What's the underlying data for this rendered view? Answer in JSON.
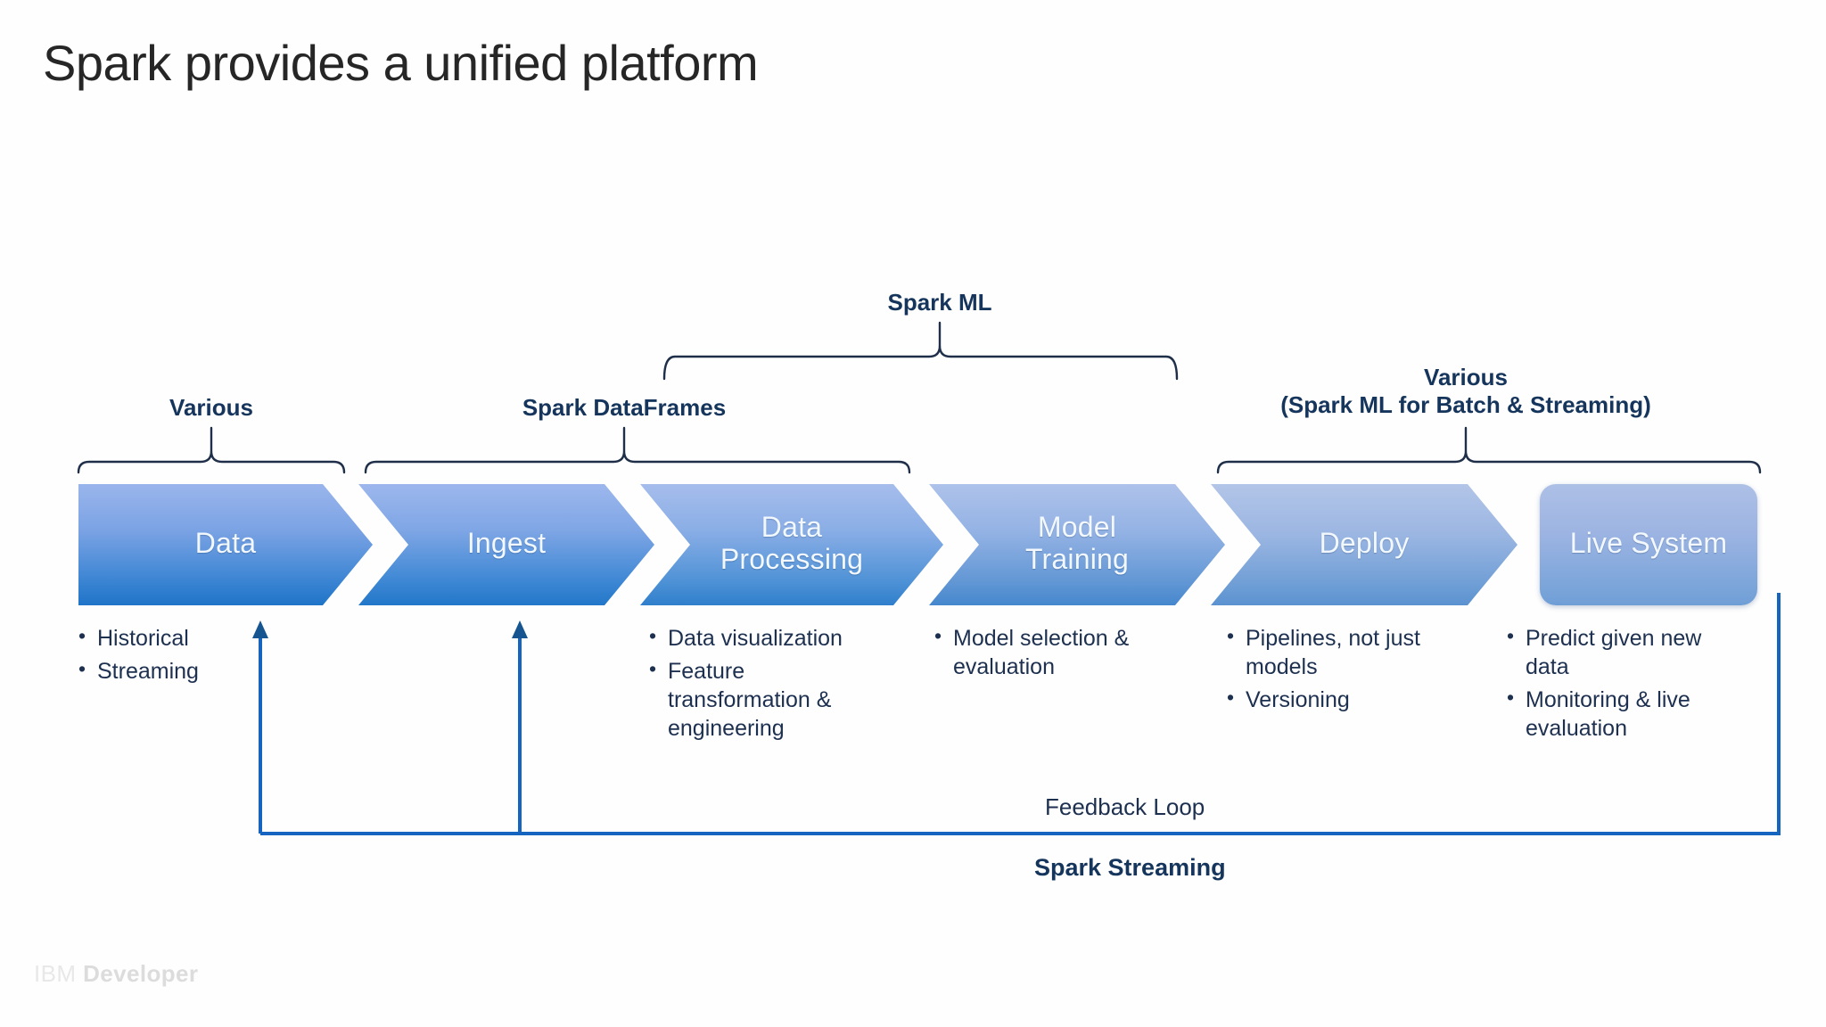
{
  "page": {
    "title": "Spark provides a unified platform",
    "background": "#fefefe"
  },
  "colors": {
    "title_text": "#262626",
    "navy_label": "#15355c",
    "body_text": "#1d3050",
    "brace_stroke": "#1f2f4a",
    "loop_line": "#1565c0",
    "chevron_dark_start": "#8aa9e8",
    "chevron_dark_end": "#1f74c8",
    "chevron_light_start": "#a9bce6",
    "chevron_light_end": "#6f9ad8",
    "chevron_text": "#f2f8fd",
    "footer_logo": "#e2e2e2"
  },
  "groups": [
    {
      "id": "various-sources",
      "label": "Various",
      "label_lines": [
        "Various"
      ]
    },
    {
      "id": "spark-dataframes",
      "label": "Spark DataFrames",
      "label_lines": [
        "Spark DataFrames"
      ]
    },
    {
      "id": "spark-ml",
      "label": "Spark ML",
      "label_lines": [
        "Spark ML"
      ]
    },
    {
      "id": "various-batch-streaming",
      "label": "Various (Spark ML for Batch & Streaming)",
      "label_lines": [
        "Various",
        "(Spark ML for Batch & Streaming)"
      ]
    }
  ],
  "flow": {
    "stages": [
      {
        "id": "data",
        "label_lines": [
          "Data"
        ],
        "shape": "chevron"
      },
      {
        "id": "ingest",
        "label_lines": [
          "Ingest"
        ],
        "shape": "chevron"
      },
      {
        "id": "data-processing",
        "label_lines": [
          "Data",
          "Processing"
        ],
        "shape": "chevron"
      },
      {
        "id": "model-training",
        "label_lines": [
          "Model",
          "Training"
        ],
        "shape": "chevron"
      },
      {
        "id": "deploy",
        "label_lines": [
          "Deploy"
        ],
        "shape": "chevron"
      },
      {
        "id": "live-system",
        "label_lines": [
          "Live System"
        ],
        "shape": "rounded-rect"
      }
    ]
  },
  "bullet_columns": [
    {
      "id": "data-bullets",
      "items": [
        "Historical",
        "Streaming"
      ]
    },
    {
      "id": "data-processing-bullets",
      "items": [
        "Data visualization",
        "Feature transformation & engineering"
      ]
    },
    {
      "id": "model-training-bullets",
      "items": [
        "Model selection & evaluation"
      ]
    },
    {
      "id": "deploy-bullets",
      "items": [
        "Pipelines, not just models",
        "Versioning"
      ]
    },
    {
      "id": "live-system-bullets",
      "items": [
        "Predict given new data",
        "Monitoring & live evaluation"
      ]
    }
  ],
  "feedback": {
    "loop_label": "Feedback Loop",
    "streaming_label": "Spark Streaming"
  },
  "footer": {
    "logo_prefix": "IBM",
    "logo_suffix": "Developer"
  }
}
